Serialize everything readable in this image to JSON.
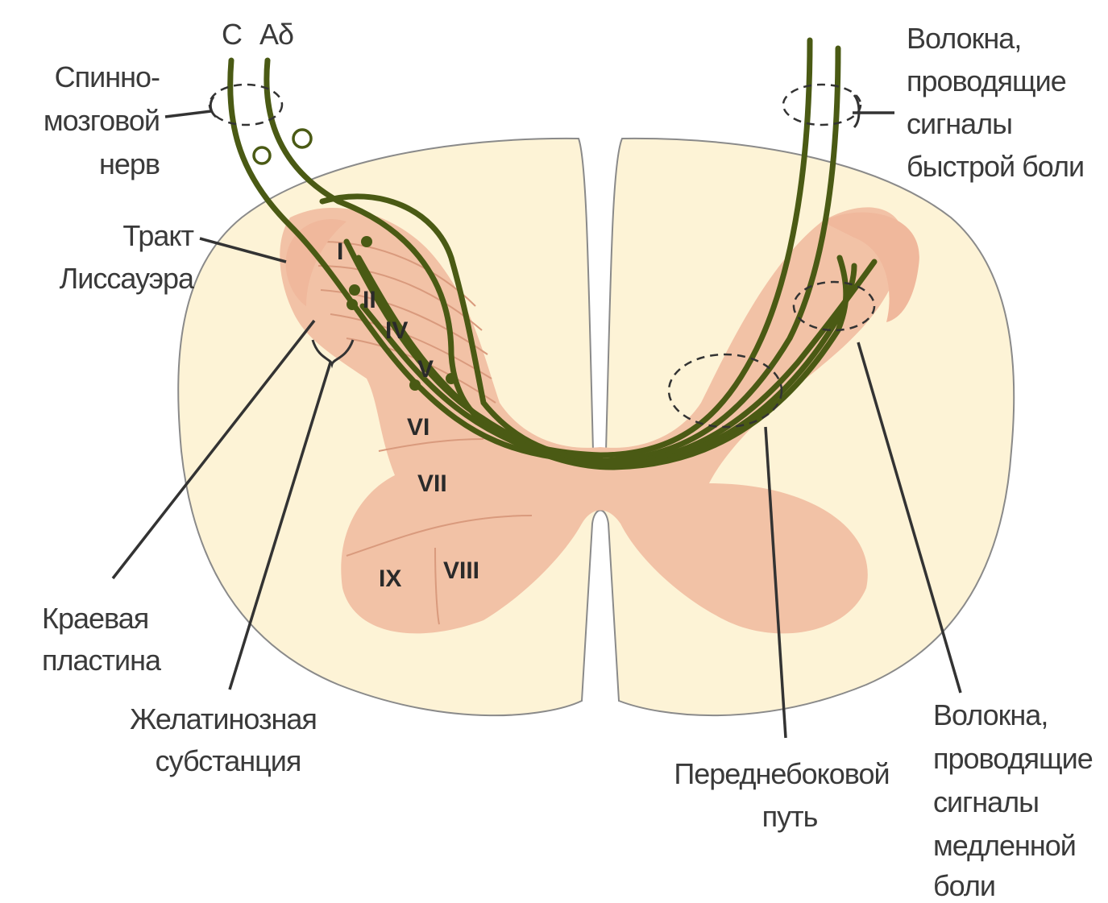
{
  "fiber_labels": {
    "c": "C",
    "a_delta": "Aδ"
  },
  "labels": {
    "spinal_nerve": [
      "Спинно-",
      "мозговой",
      "нерв"
    ],
    "lissauer_tract": [
      "Тракт",
      "Лиссауэра"
    ],
    "marginal_lamina": [
      "Краевая",
      "пластина"
    ],
    "gelatinous_substance": [
      "Желатинозная",
      "субстанция"
    ],
    "fast_pain_fibers": [
      "Волокна,",
      "проводящие",
      "сигналы",
      "быстрой боли"
    ],
    "anterolateral_pathway": [
      "Переднебоковой",
      "путь"
    ],
    "slow_pain_fibers": [
      "Волокна,",
      "проводящие",
      "сигналы",
      "медленной",
      "боли"
    ]
  },
  "laminae": [
    "I",
    "II",
    "IV",
    "V",
    "VI",
    "VII",
    "VIII",
    "IX"
  ],
  "colors": {
    "white_matter": "#fdf3d6",
    "gray_matter": "#f2c2a6",
    "dorsal_horn_tip": "#f0b89c",
    "fiber": "#4a5a14",
    "text": "#3a3a3a"
  }
}
